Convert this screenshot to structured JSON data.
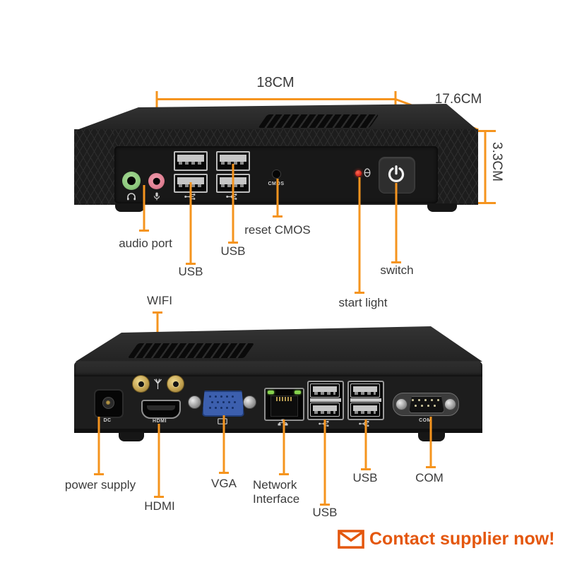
{
  "dimensions": {
    "width": "18CM",
    "depth": "17.6CM",
    "height": "3.3CM"
  },
  "front": {
    "labels": {
      "audio": "audio port",
      "usb_left": "USB",
      "usb_right": "USB",
      "reset_cmos": "reset CMOS",
      "switch": "switch",
      "start_light": "start light",
      "wifi": "WIFI"
    },
    "marks": {
      "cmos": "CMOS"
    }
  },
  "rear": {
    "labels": {
      "power_supply": "power supply",
      "hdmi": "HDMI",
      "vga": "VGA",
      "network": "Network Interface",
      "usb_inner": "USB",
      "usb_outer": "USB",
      "com": "COM"
    },
    "marks": {
      "dc": "DC",
      "hdmi": "HDMI",
      "com": "COM"
    }
  },
  "cta": {
    "label": "Contact supplier now!"
  },
  "colors": {
    "accent": "#F5941E",
    "label_text": "#3B3B3B",
    "cta_text": "#E4570E"
  }
}
